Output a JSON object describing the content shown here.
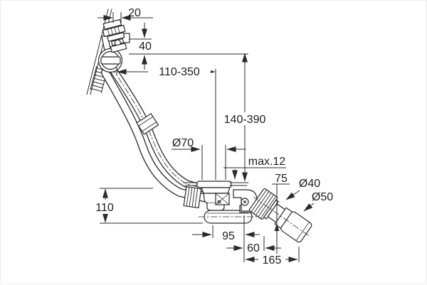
{
  "drawing": {
    "background": "#ffffff",
    "line_color": "#2a2a2a",
    "text_color": "#1c1c1c",
    "dimensions": {
      "knob_depth": "20",
      "overflow_offset": "40",
      "overflow_to_waste": "110-350",
      "overflow_height": "140-390",
      "waste_body_dia": "Ø70",
      "max_panel": "max.12",
      "outlet_drop": "75",
      "outlet_dia": "Ø40",
      "connector_dia": "Ø50",
      "trap_height": "110",
      "waste_to_elbow": "95",
      "elbow_to_joint": "60",
      "elbow_to_end": "165"
    }
  }
}
